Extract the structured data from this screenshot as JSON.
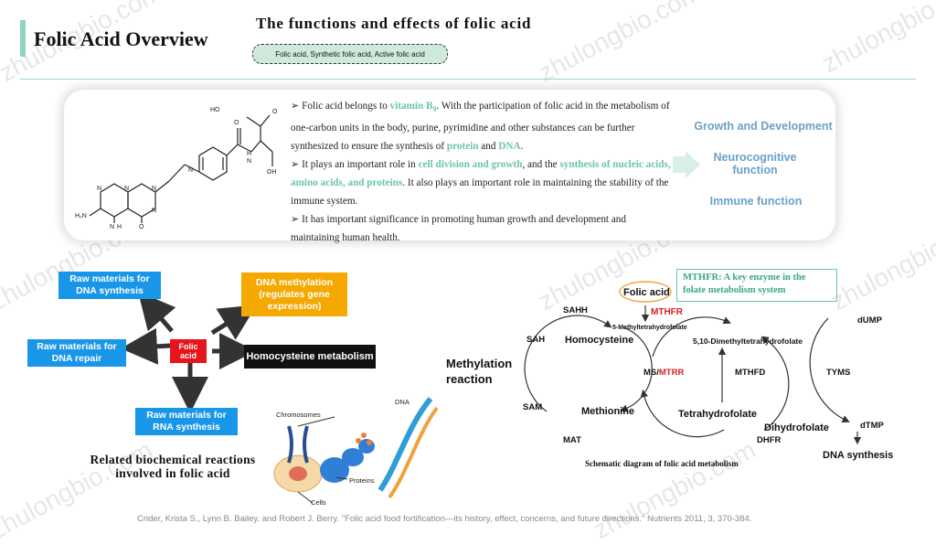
{
  "header": {
    "title": "Folic Acid Overview",
    "subtitle": "The functions and effects of folic acid",
    "pill": "Folic acid, Synthetic folic acid, Active folic acid"
  },
  "structure": {
    "labels": [
      "HO",
      "O",
      "O",
      "OH",
      "H",
      "N",
      "N",
      "N",
      "N",
      "H₂N",
      "N",
      "N",
      "H",
      "O",
      "N"
    ]
  },
  "info": {
    "b1_pre": "Folic acid belongs to ",
    "b1_h1": "vitamin B",
    "b1_sub": "9",
    "b1_mid": ". With the participation of folic acid in the metabolism of one-carbon units in the body, purine, pyrimidine and other substances can be further synthesized to ensure the synthesis of ",
    "b1_h2": "protein",
    "b1_and": " and ",
    "b1_h3": "DNA",
    "b1_end": ".",
    "b2_pre": "It plays an important role in ",
    "b2_h1": "cell division and growth",
    "b2_mid": ", and the ",
    "b2_h2": "synthesis of nucleic acids, amino acids, and proteins",
    "b2_end": ". It also plays an important role in maintaining the stability of the immune system.",
    "b3": "It has important significance in promoting human growth and development and maintaining human health."
  },
  "functions": [
    "Growth and Development",
    "Neurocognitive function",
    "Immune function"
  ],
  "left_diagram": {
    "center": "Folic acid",
    "boxes": {
      "dna_synthesis": "Raw materials for DNA synthesis",
      "dna_repair": "Raw materials for DNA repair",
      "rna_synthesis": "Raw materials for RNA synthesis",
      "methylation": "DNA methylation (regulates gene expression)",
      "homocysteine": "Homocysteine metabolism"
    },
    "caption": "Related biochemical reactions involved in folic acid",
    "illus_labels": {
      "chromosomes": "Chromosomes",
      "dna": "DNA",
      "proteins": "Proteins",
      "cells": "Cells"
    }
  },
  "metabolism": {
    "key_box": "MTHFR: A key enzyme in the folate metabolism system",
    "folic": "Folic acid",
    "mthfr": "MTHFR",
    "sahh": "SAHH",
    "methyl_thf": "5-Methyltetrahydrofolate",
    "homocysteine": "Homocysteine",
    "dimethyl": "5,10-Dimethyltetrahydrofolate",
    "sah": "SAH",
    "methylation": "Methylation reaction",
    "ms": "MS/",
    "mtrr": "MTRR",
    "mthfd": "MTHFD",
    "tyms": "TYMS",
    "dump": "dUMP",
    "sam": "SAM",
    "methionine": "Methionine",
    "thf": "Tetrahydrofolate",
    "dhf": "Dihydrofolate",
    "dtmp": "dTMP",
    "mat": "MAT",
    "dhfr": "DHFR",
    "dna_synthesis": "DNA synthesis",
    "caption": "Schematic diagram of folic acid metabolism"
  },
  "reference": "Crider, Krista S., Lynn B. Bailey, and Robert J. Berry. \"Folic acid food fortification—its history, effect, concerns, and future directions.\" Nutrients  2011, 3, 370-384.",
  "watermark": "zhulongbio.com",
  "colors": {
    "accent": "#6cc3b0",
    "blue_box": "#1896e8",
    "orange_box": "#f5a800",
    "red_box": "#e8141b",
    "red_text": "#d2232a"
  }
}
